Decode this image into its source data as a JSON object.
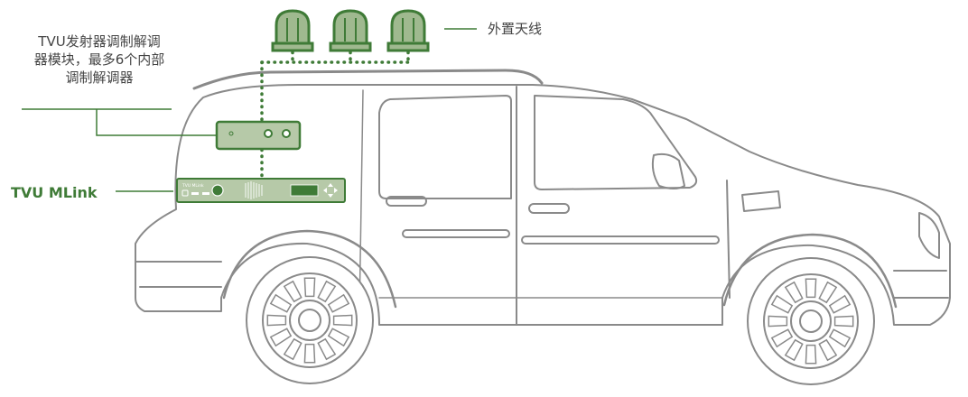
{
  "labels": {
    "modem_module": "TVU发射器调制解调器模块，最多6个内部调制解调器",
    "modem_module_lines": [
      "TVU发射器调制解调",
      "器模块，最多6个内部",
      "调制解调器"
    ],
    "external_antenna": "外置天线",
    "mlink": "TVU MLink"
  },
  "device": {
    "mlink_faceplate_text": "TVU MLink"
  },
  "colors": {
    "accent_green": "#3f7b37",
    "device_fill": "#b6c9a8",
    "antenna_fill": "#9fb98f",
    "outline_gray": "#8a8a8a",
    "text_gray": "#444444"
  }
}
